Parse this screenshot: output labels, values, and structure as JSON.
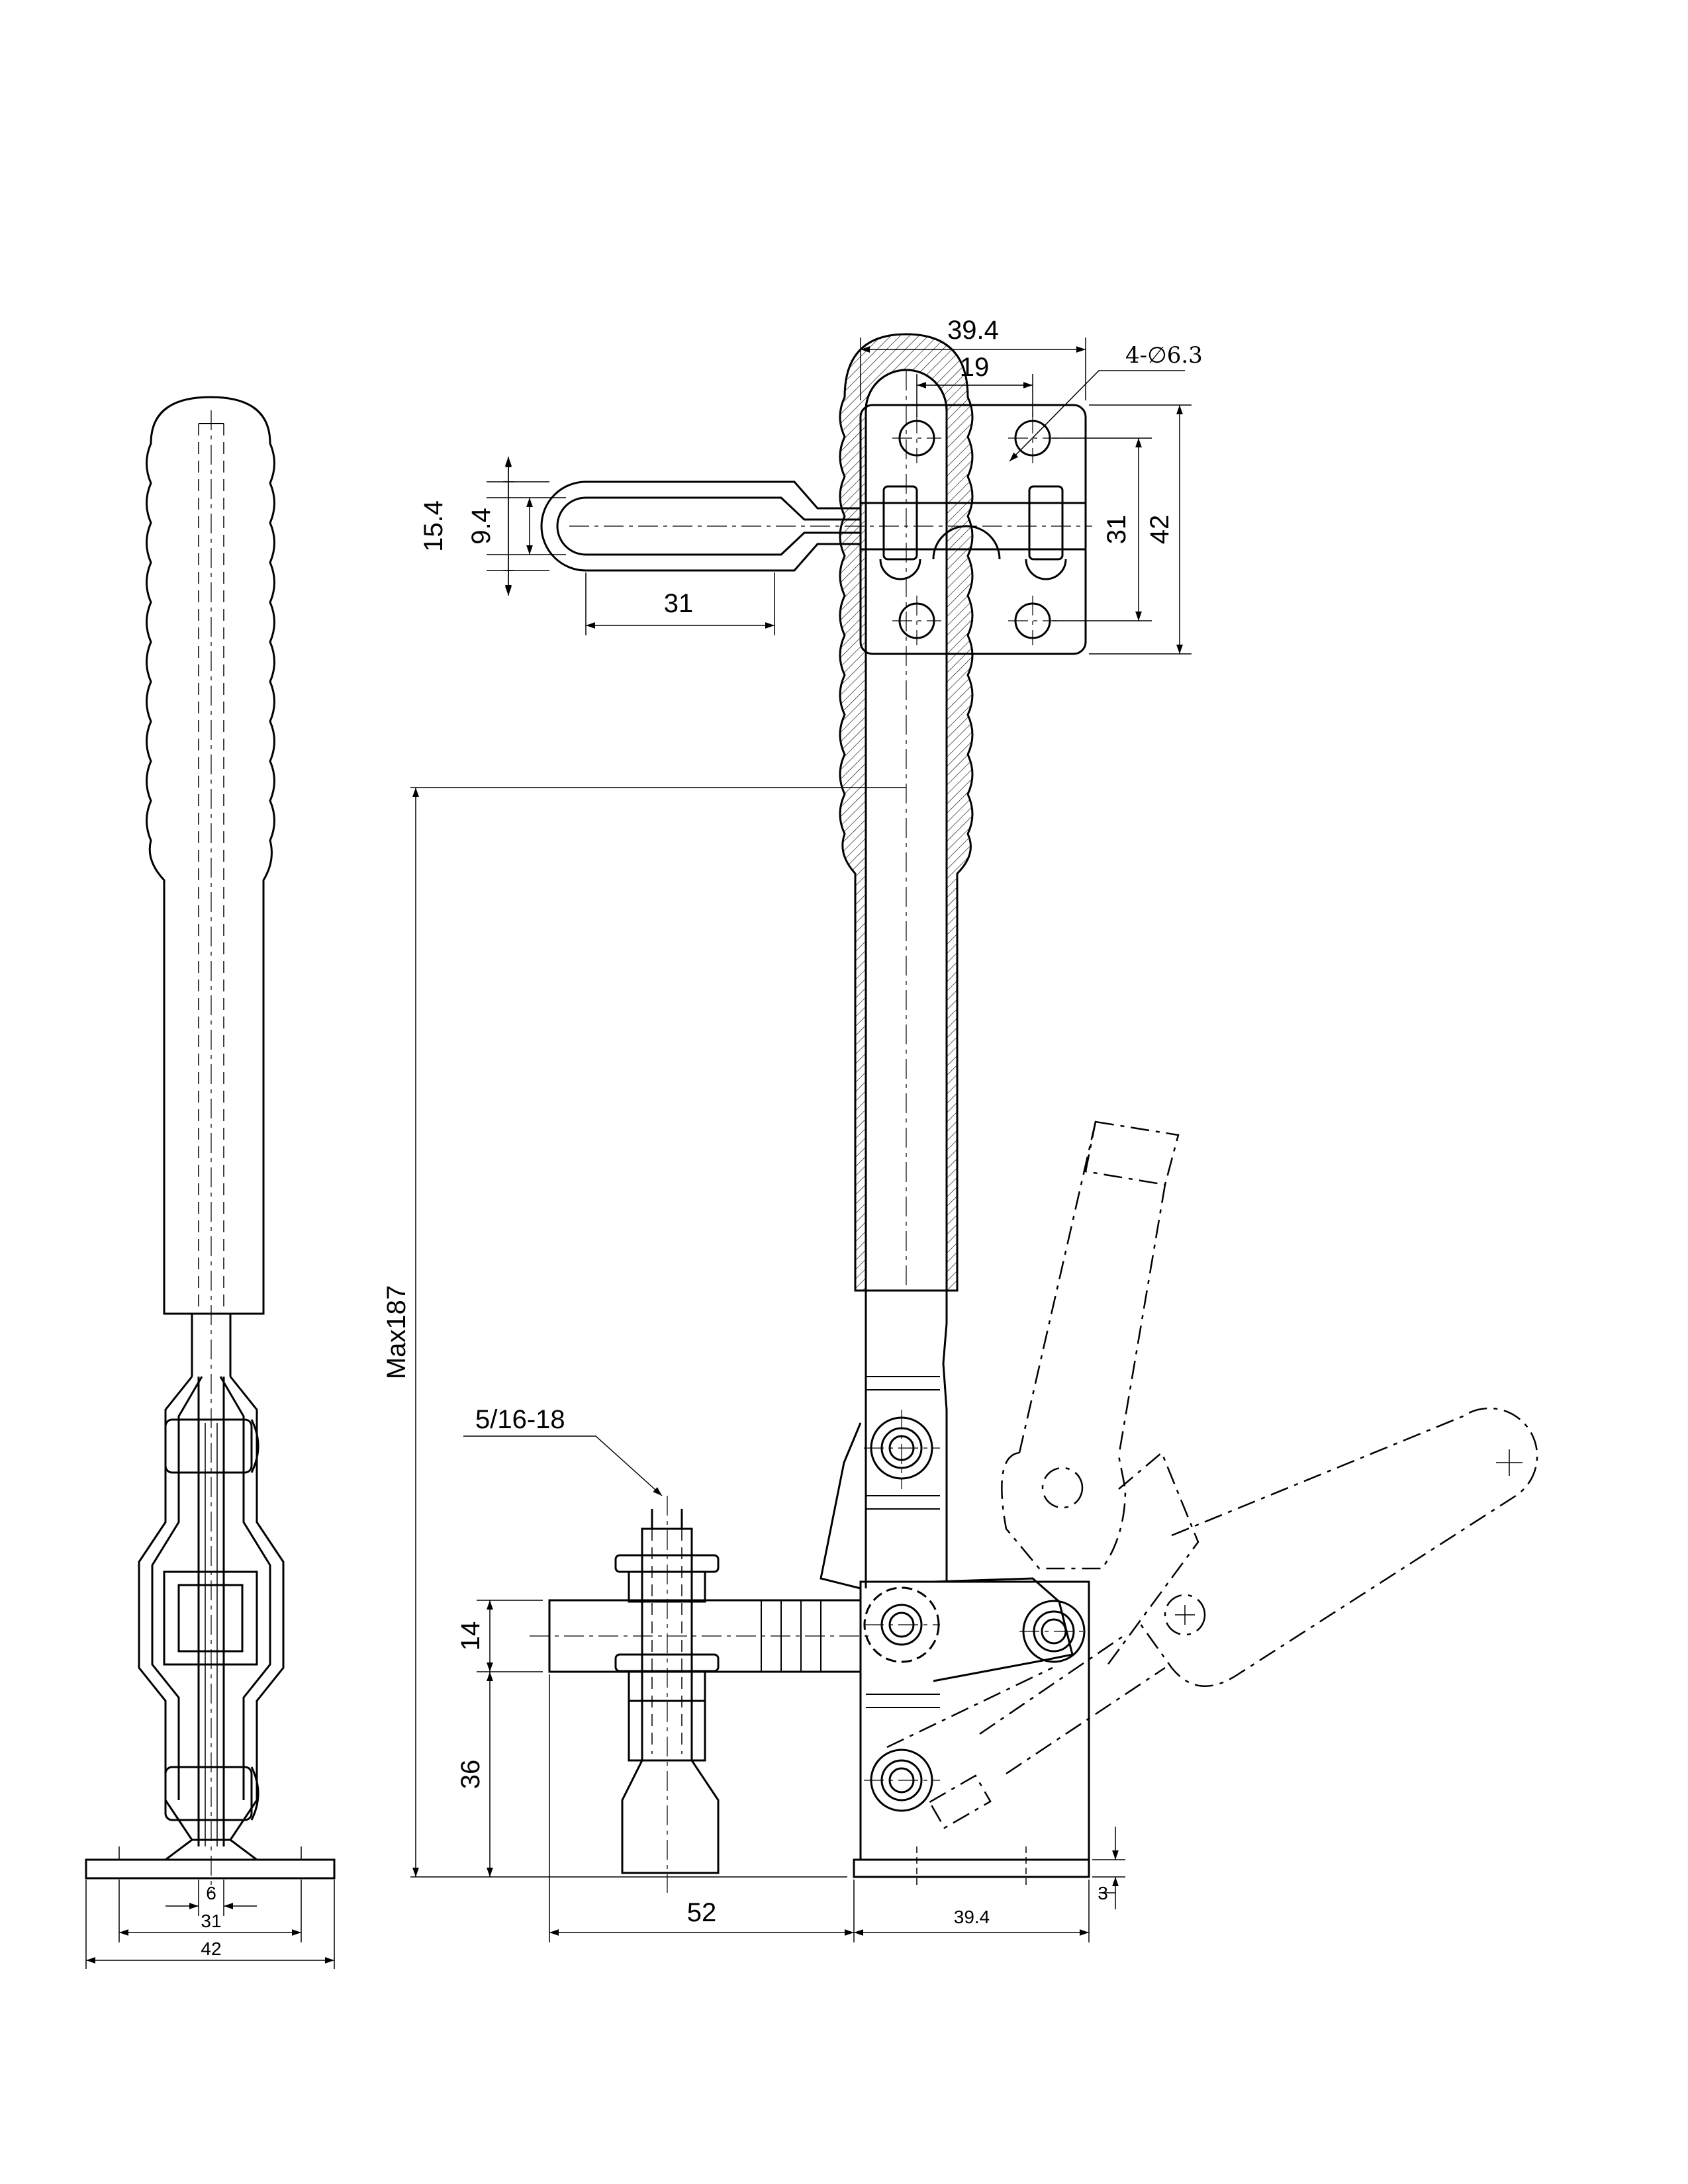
{
  "drawing": {
    "top_view": {
      "width_overall": "39.4",
      "hole_spacing_x": "19",
      "hole_callout": "4-∅6.3",
      "handle_width_outer": "15.4",
      "handle_width_inner": "9.4",
      "handle_length": "31",
      "hole_spacing_y": "31",
      "height_overall": "42"
    },
    "side_view": {
      "max_height": "Max187",
      "thread": "5/16-18",
      "arm_thickness": "14",
      "spindle_height": "36",
      "reach": "52",
      "base_length": "39.4",
      "base_thickness": "3"
    },
    "front_view": {
      "inner_width": "6",
      "bolt_spacing": "31",
      "base_width": "42"
    }
  }
}
